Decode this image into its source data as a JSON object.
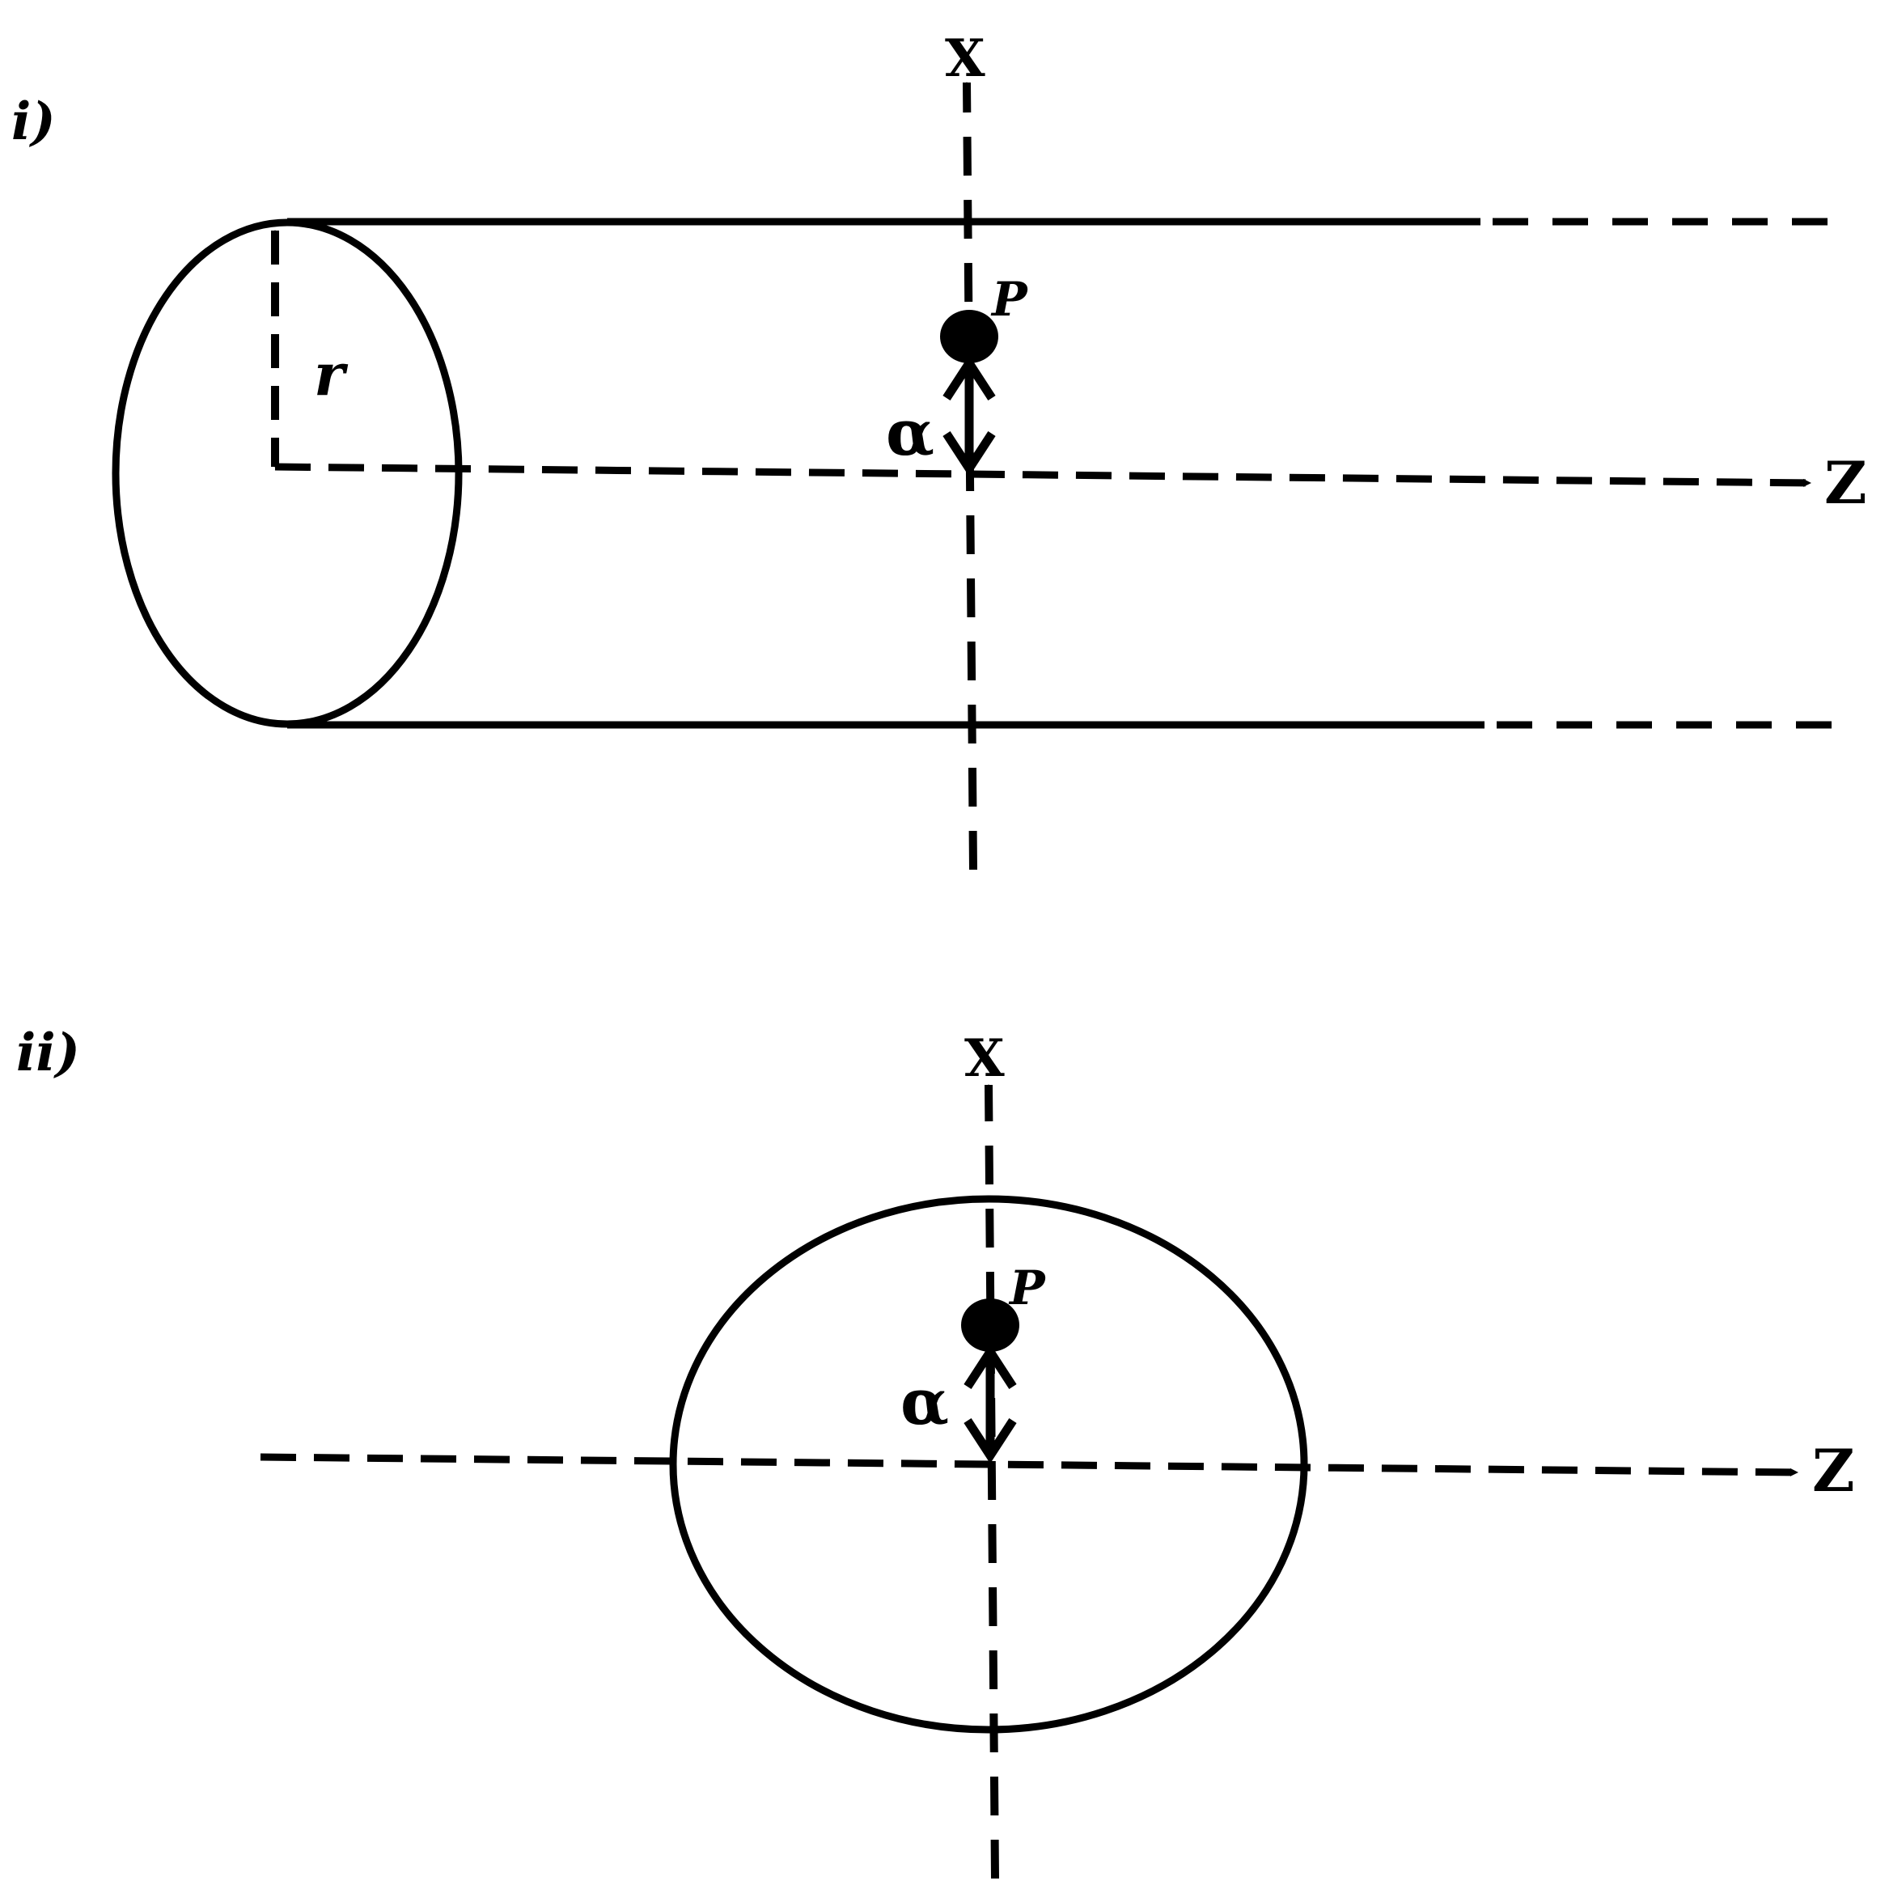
{
  "colors": {
    "ink": "#000000",
    "background": "#ffffff"
  },
  "panel_i": {
    "label": "i)",
    "radius_label": "r",
    "point_label": "P",
    "distance_label": "α",
    "x_axis_label": "X",
    "z_axis_label": "Z"
  },
  "panel_ii": {
    "label": "ii)",
    "point_label": "P",
    "distance_label": "α",
    "x_axis_label": "X",
    "z_axis_label": "Z"
  }
}
